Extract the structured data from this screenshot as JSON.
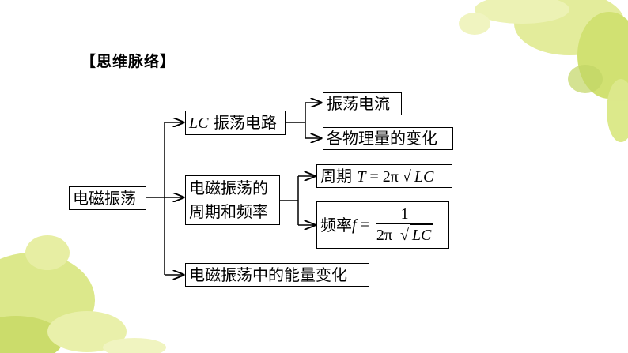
{
  "title": "【思维脉络】",
  "root": {
    "label": "电磁振荡"
  },
  "lc_circuit": {
    "label_italic": "LC",
    "label_rest": " 振荡电路",
    "children": [
      "振荡电流",
      "各物理量的变化"
    ]
  },
  "period": {
    "line1": "电磁振荡的",
    "line2": "周期和频率",
    "period_formula": {
      "prefix": "周期 ",
      "var": "T",
      "eq": " = 2π  ",
      "radicand": "LC"
    },
    "frequency_formula": {
      "prefix": "频率 ",
      "var": "f",
      "eq": " = ",
      "numerator": "1",
      "denominator_prefix": "2π  ",
      "radicand": "LC"
    }
  },
  "energy": {
    "label": "电磁振荡中的能量变化"
  },
  "arrow_glyph": "→",
  "colors": {
    "foliage": "#c9dc5a",
    "foliage_light": "#e6ee9c",
    "foliage_dark": "#a9c23f"
  }
}
